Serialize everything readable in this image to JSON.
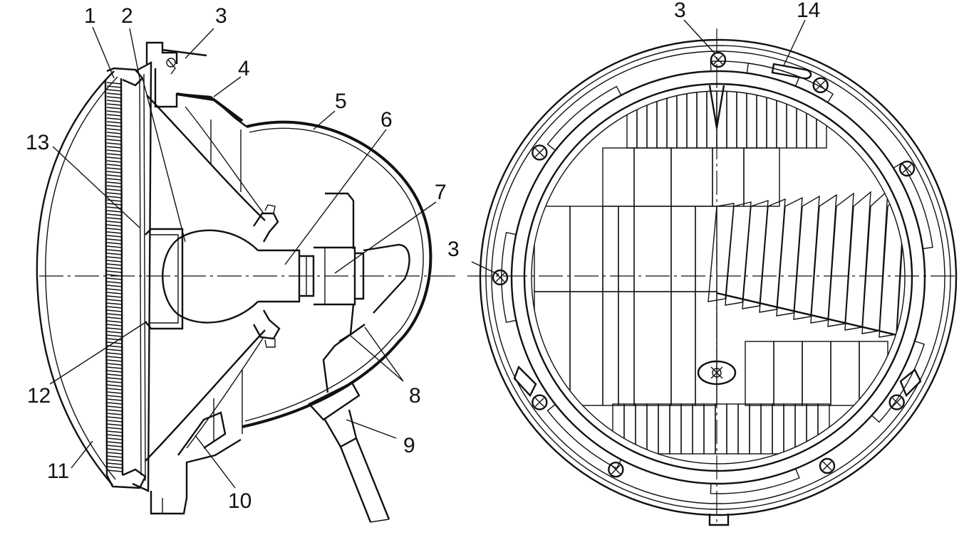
{
  "labels": {
    "l1": "1",
    "l2": "2",
    "l3": "3",
    "l4": "4",
    "l5": "5",
    "l6": "6",
    "l7": "7",
    "l8": "8",
    "l9": "9",
    "l10": "10",
    "l11": "11",
    "l12": "12",
    "l13": "13",
    "l3_front_top": "3",
    "l3_front_left": "3",
    "l14": "14"
  }
}
